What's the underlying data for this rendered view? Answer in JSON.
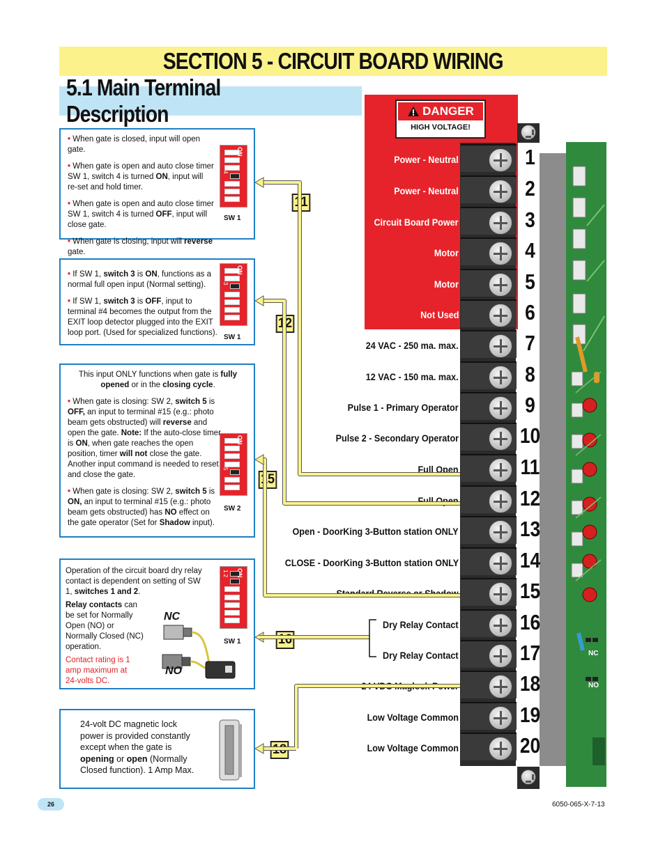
{
  "section_title": "SECTION 5 - CIRCUIT BOARD WIRING",
  "subsection_title": "5.1 Main Terminal Description",
  "danger": {
    "title": "DANGER",
    "subtitle": "HIGH VOLTAGE!"
  },
  "terminals": [
    {
      "num": "1",
      "label": "Power - Neutral"
    },
    {
      "num": "2",
      "label": "Power - Neutral"
    },
    {
      "num": "3",
      "label": "Circuit Board Power"
    },
    {
      "num": "4",
      "label": "Motor"
    },
    {
      "num": "5",
      "label": "Motor"
    },
    {
      "num": "6",
      "label": "Not Used"
    },
    {
      "num": "7",
      "label": "24 VAC - 250 ma. max."
    },
    {
      "num": "8",
      "label": "12 VAC - 150 ma. max."
    },
    {
      "num": "9",
      "label": "Pulse 1 - Primary Operator"
    },
    {
      "num": "10",
      "label": "Pulse 2 - Secondary Operator"
    },
    {
      "num": "11",
      "label": "Full Open"
    },
    {
      "num": "12",
      "label": "Full Open"
    },
    {
      "num": "13",
      "label": "Open - DoorKing 3-Button station ONLY"
    },
    {
      "num": "14",
      "label": "CLOSE - DoorKing 3-Button station ONLY"
    },
    {
      "num": "15",
      "label": "Standard Reverse or Shadow"
    },
    {
      "num": "16",
      "label": "Dry Relay Contact"
    },
    {
      "num": "17",
      "label": "Dry Relay Contact"
    },
    {
      "num": "18",
      "label": "24 VDC Maglock Power"
    },
    {
      "num": "19",
      "label": "Low Voltage Common"
    },
    {
      "num": "20",
      "label": "Low Voltage Common"
    }
  ],
  "callouts": [
    "11",
    "12",
    "15",
    "16",
    "18"
  ],
  "box11": {
    "b1": "When gate is closed, input will open gate.",
    "b2a": "When gate is open and auto close timer SW 1, switch 4 is turned ",
    "b2b": "ON",
    "b2c": ", input will re-set and hold timer.",
    "b3a": "When gate is open and auto close timer SW 1, switch 4 is turned ",
    "b3b": "OFF",
    "b3c": ", input will close gate.",
    "b4a": "When gate is closing, input will ",
    "b4b": "reverse",
    "b4c": " gate.",
    "dip_label": "SW 1",
    "dip_num": "4",
    "dip_on": "ON"
  },
  "box12": {
    "b1a": "If SW 1, ",
    "b1b": "switch 3",
    "b1c": " is ",
    "b1d": "ON",
    "b1e": ", functions as a normal full open input (Normal setting).",
    "b2a": "If SW 1, ",
    "b2b": "switch 3",
    "b2c": " is ",
    "b2d": "OFF",
    "b2e": ", input to terminal #4 becomes the output from the EXIT loop detector plugged into the EXIT loop port. (Used for specialized functions).",
    "dip_label": "SW 1",
    "dip_num": "3",
    "dip_on": "ON"
  },
  "box15": {
    "intro_a": "This input ONLY functions when gate is ",
    "intro_b": "fully opened",
    "intro_c": " or in the ",
    "intro_d": "closing cycle",
    "intro_e": ".",
    "b1a": "When gate is closing: SW 2, ",
    "b1b": "switch 5",
    "b1c": " is ",
    "b1d": "OFF,",
    "b1e": " an input to terminal #15 (e.g.: photo beam gets obstructed) will ",
    "b1f": "reverse",
    "b1g": " and open the gate. ",
    "note_a": "Note:",
    "note_b": " If the auto-close timer is ",
    "note_c": "ON",
    "note_d": ", when gate reaches the open position, timer ",
    "note_e": "will not",
    "note_f": " close the gate. Another input command is needed to reset and close the gate.",
    "b2a": "When gate is closing: SW 2, ",
    "b2b": "switch 5",
    "b2c": " is ",
    "b2d": "ON,",
    "b2e": " an input to terminal #15 (e.g.: photo beam gets obstructed) has ",
    "b2f": "NO",
    "b2g": " effect on the gate operator (Set for ",
    "b2h": "Shadow",
    "b2i": " input).",
    "dip_label": "SW 2",
    "dip_num": "5",
    "dip_on": "ON"
  },
  "box16": {
    "t1": "Operation of the circuit board dry relay contact is dependent on setting of SW 1, ",
    "t2": "switches 1 and 2",
    "t3": ".",
    "t4": "Relay contacts",
    "t5": " can be set for Normally Open (NO) or Normally Closed (NC) operation.",
    "red": "Contact rating is 1 amp maximum at 24-volts DC.",
    "nc": "NC",
    "no": "NO",
    "dip_label": "SW 1",
    "dip_num": "1 2",
    "dip_on": "ON"
  },
  "box18": {
    "t1": "24-volt DC magnetic lock power is provided constantly except when the gate is ",
    "t2": "opening",
    "t3": " or ",
    "t4": "open",
    "t5": " (Normally Closed function). 1 Amp Max."
  },
  "pcb": {
    "nc": "NC",
    "no": "NO"
  },
  "footer": {
    "page": "26",
    "docnum": "6050-065-X-7-13"
  },
  "colors": {
    "banner": "#fbf28c",
    "sub_banner": "#bfe4f6",
    "danger_red": "#e6232a",
    "box_border": "#1f7fc4"
  }
}
